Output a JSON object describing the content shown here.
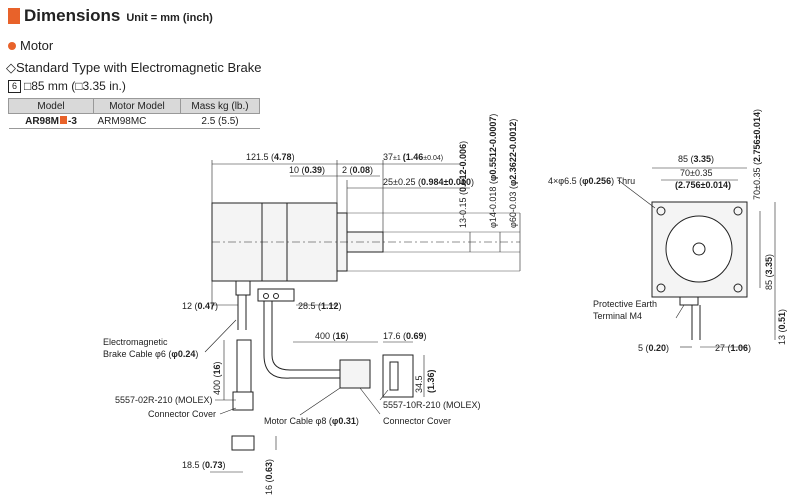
{
  "header": {
    "title": "Dimensions",
    "unit": "Unit = mm (inch)"
  },
  "section": {
    "title": "Motor"
  },
  "subtitle": "◇Standard Type with Electromagnetic Brake",
  "size_line": {
    "badge": "6",
    "text": "□85 mm (□3.35 in.)"
  },
  "table": {
    "headers": [
      "Model",
      "Motor Model",
      "Mass kg (lb.)"
    ],
    "rows": [
      {
        "model_pre": "AR98M",
        "model_post": "-3",
        "motor_model": "ARM98MC",
        "mass": "2.5 (5.5)"
      }
    ]
  },
  "dims": {
    "top_len": "121.5 (",
    "top_len_b": "4.78",
    "top_len_c": ")",
    "d10": "10 (",
    "d10b": "0.39",
    "d10c": ")",
    "d2": "2 (",
    "d2b": "0.08",
    "d2c": ")",
    "d37": "37",
    "d37t": "±1",
    "d37b": "(1.46",
    "d37c": "±0.04)",
    "d25": "25±0.25 (",
    "d25b": "0.984±0.010",
    "d25c": ")",
    "v13": "13-0.15 (",
    "v13b": "0.512-0.006",
    "v13c": ")",
    "v14": "φ14-0.018 (",
    "v14b": "φ0.5512-0.0007",
    "v14c": ")",
    "v60": "φ60-0.03 (",
    "v60b": "φ2.3622-0.0012",
    "v60c": ")",
    "d12": "12 (",
    "d12b": "0.47",
    "d12c": ")",
    "d285": "28.5 (",
    "d285b": "1.12",
    "d285c": ")",
    "brake1": "Electromagnetic",
    "brake2": "Brake Cable φ6 (",
    "brake2b": "φ0.24",
    "brake2c": ")",
    "d400v": "400 (",
    "d400vb": "16",
    "d400vc": ")",
    "d400": "400 (",
    "d400b": "16",
    "d400c": ")",
    "d176": "17.6 (",
    "d176b": "0.69",
    "d176c": ")",
    "d345": "34.5",
    "d345b": "(1.36)",
    "molex2": "5557-02R-210 (MOLEX)",
    "cover1": "Connector Cover",
    "motorcable": "Motor Cable φ8 (",
    "motorcableb": "φ0.31",
    "motorcablec": ")",
    "molex10": "5557-10R-210 (MOLEX)",
    "cover2": "Connector Cover",
    "d185": "18.5 (",
    "d185b": "0.73",
    "d185c": ")",
    "d16": "16 (",
    "d16b": "0.63",
    "d16c": ")",
    "f85": "85 (",
    "f85b": "3.35",
    "f85c": ")",
    "f70": "70±0.35",
    "f70b": "(2.756±0.014)",
    "holes": "4×φ6.5 (",
    "holesb": "φ0.256",
    "holesc": ") Thru",
    "fv70": "70±0.35 (",
    "fv70b": "2.756±0.014",
    "fv70c": ")",
    "fv85": "85 (",
    "fv85b": "3.35",
    "fv85c": ")",
    "pe1": "Protective Earth",
    "pe2": "Terminal M4",
    "f5": "5 (",
    "f5b": "0.20",
    "f5c": ")",
    "f27": "27 (",
    "f27b": "1.06",
    "f27c": ")",
    "f13": "13 (",
    "f13b": "0.51",
    "f13c": ")"
  }
}
